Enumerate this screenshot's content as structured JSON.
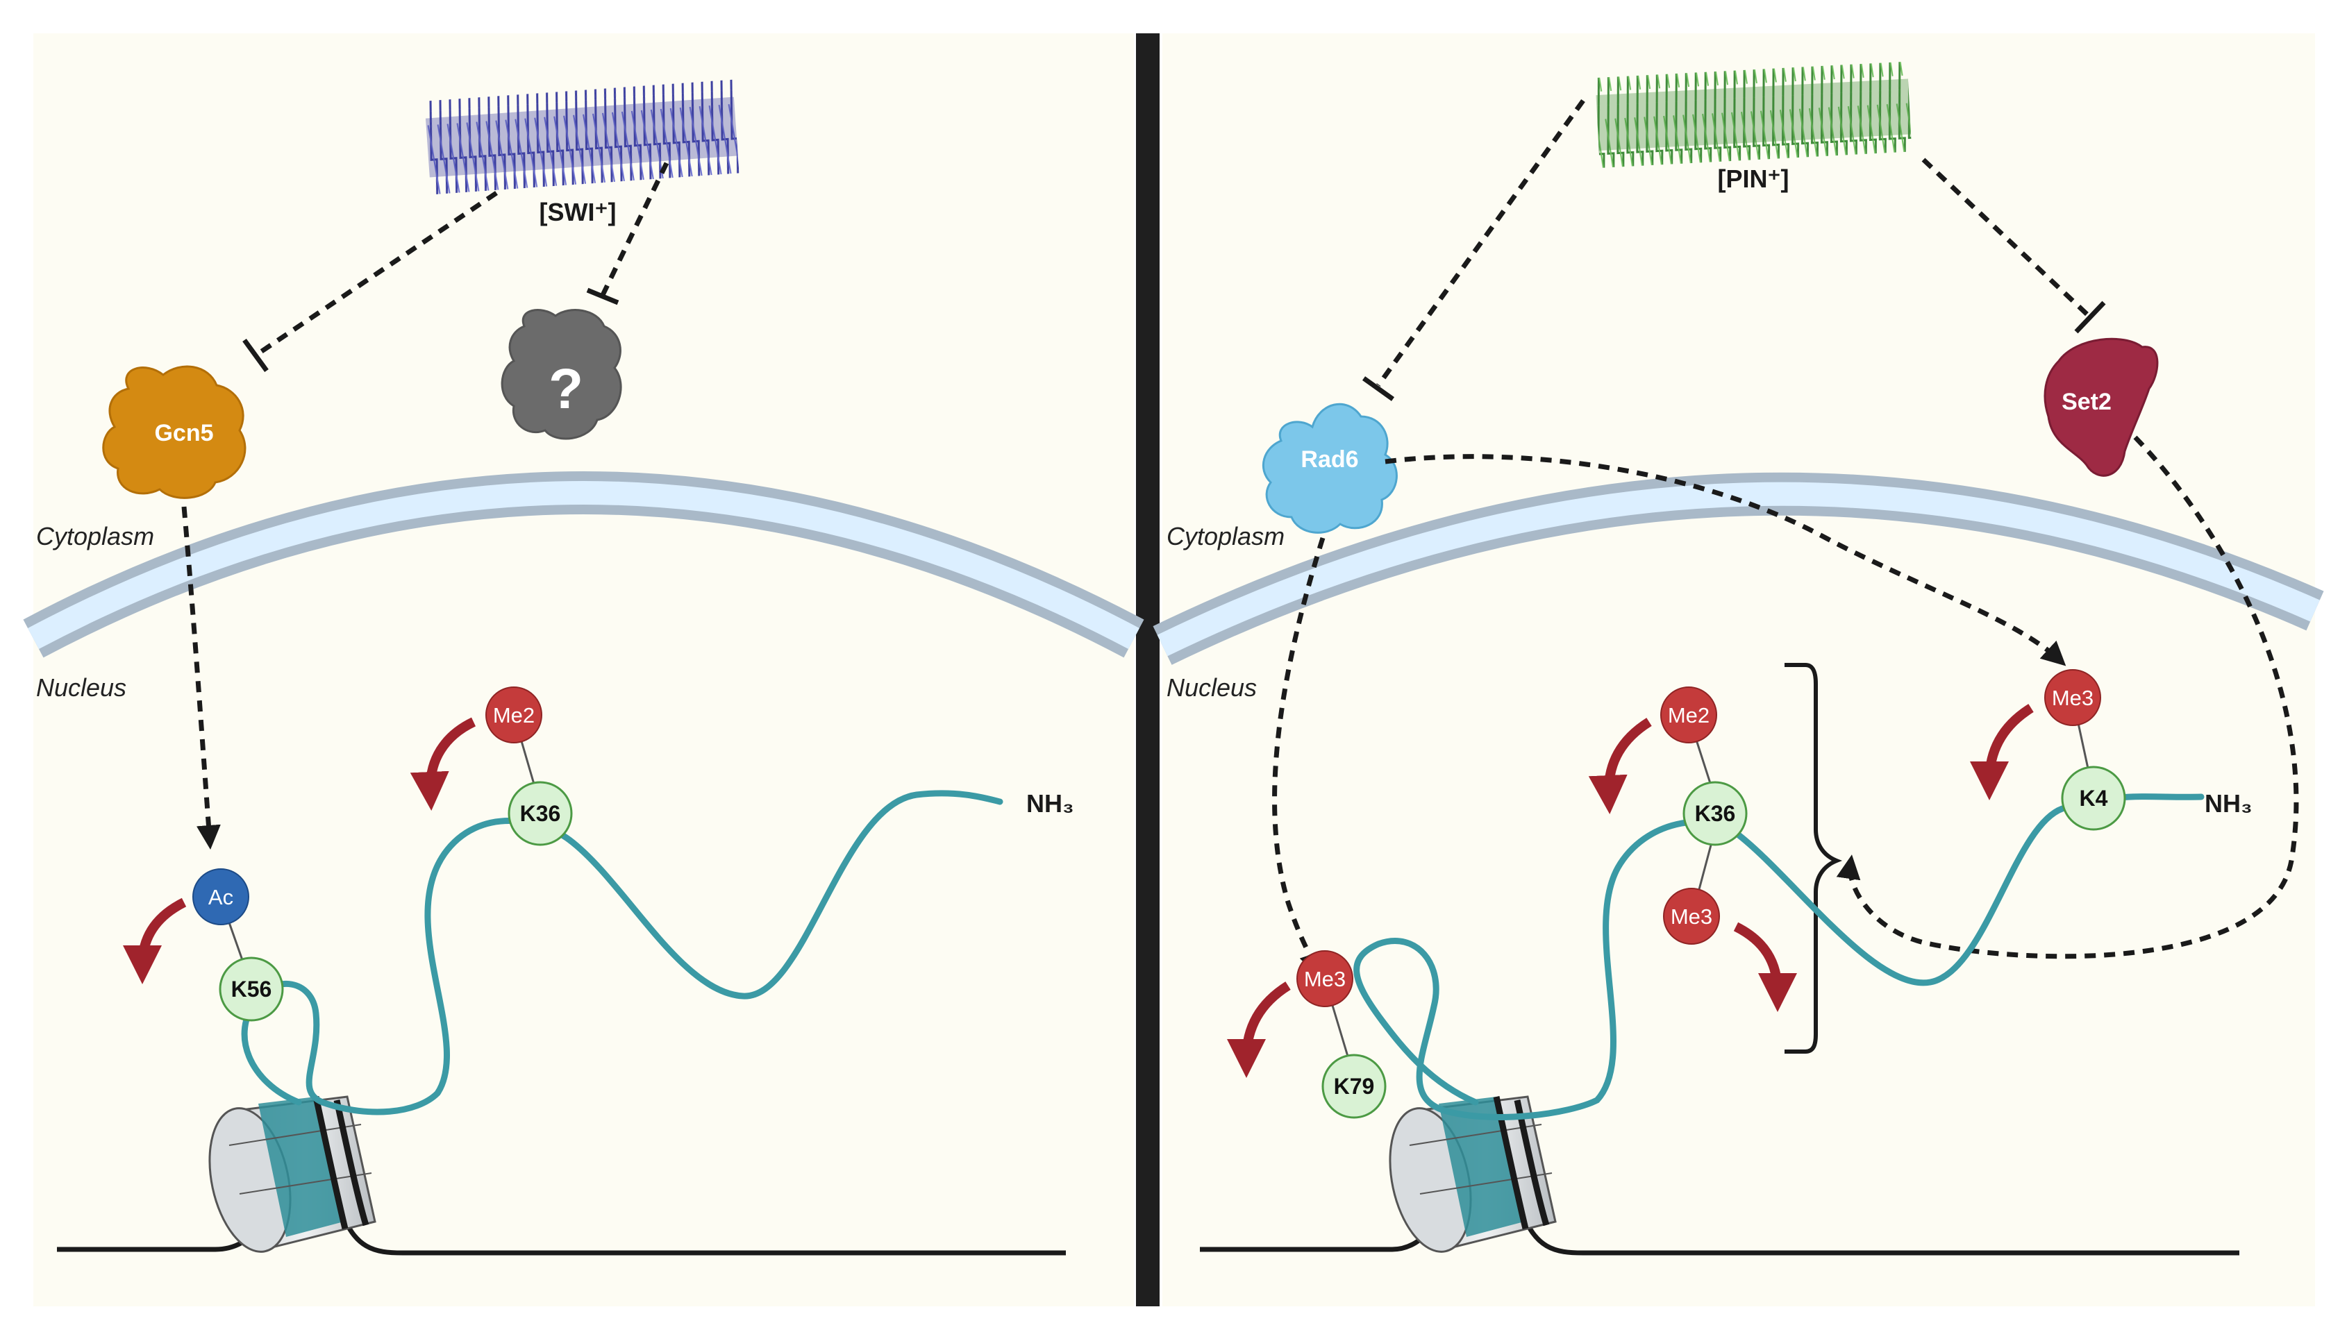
{
  "left_panel": {
    "prion_label": "[SWI⁺]",
    "prion_color": "#3d40a0",
    "cytoplasm_label": "Cytoplasm",
    "nucleus_label": "Nucleus",
    "gcn5_label": "Gcn5",
    "unknown_label": "?",
    "residues": {
      "k56": "K56",
      "k36": "K36"
    },
    "modifications": {
      "ac": "Ac",
      "me2": "Me2"
    },
    "nh3_label": "NH₃"
  },
  "right_panel": {
    "prion_label": "[PIN⁺]",
    "prion_color": "#3f8a3a",
    "cytoplasm_label": "Cytoplasm",
    "nucleus_label": "Nucleus",
    "rad6_label": "Rad6",
    "set2_label": "Set2",
    "residues": {
      "k79": "K79",
      "k36": "K36",
      "k4": "K4"
    },
    "modifications": {
      "me3_k79": "Me3",
      "me2_k36": "Me2",
      "me3_k36": "Me3",
      "me3_k4": "Me3"
    },
    "nh3_label": "NH₃"
  },
  "colors": {
    "background": "#fdfcf3",
    "membrane_outer": "#a9b9c8",
    "membrane_inner": "#dcefff",
    "gcn5": "#d48a12",
    "unknown": "#6b6b6b",
    "rad6": "#7cc7ea",
    "set2": "#9e2a44",
    "methyl": "#c43b3b",
    "acetyl": "#2f69b3",
    "residue_fill": "#d9f2d4",
    "tail": "#3b9aa5",
    "arrow_red": "#a0232c"
  }
}
